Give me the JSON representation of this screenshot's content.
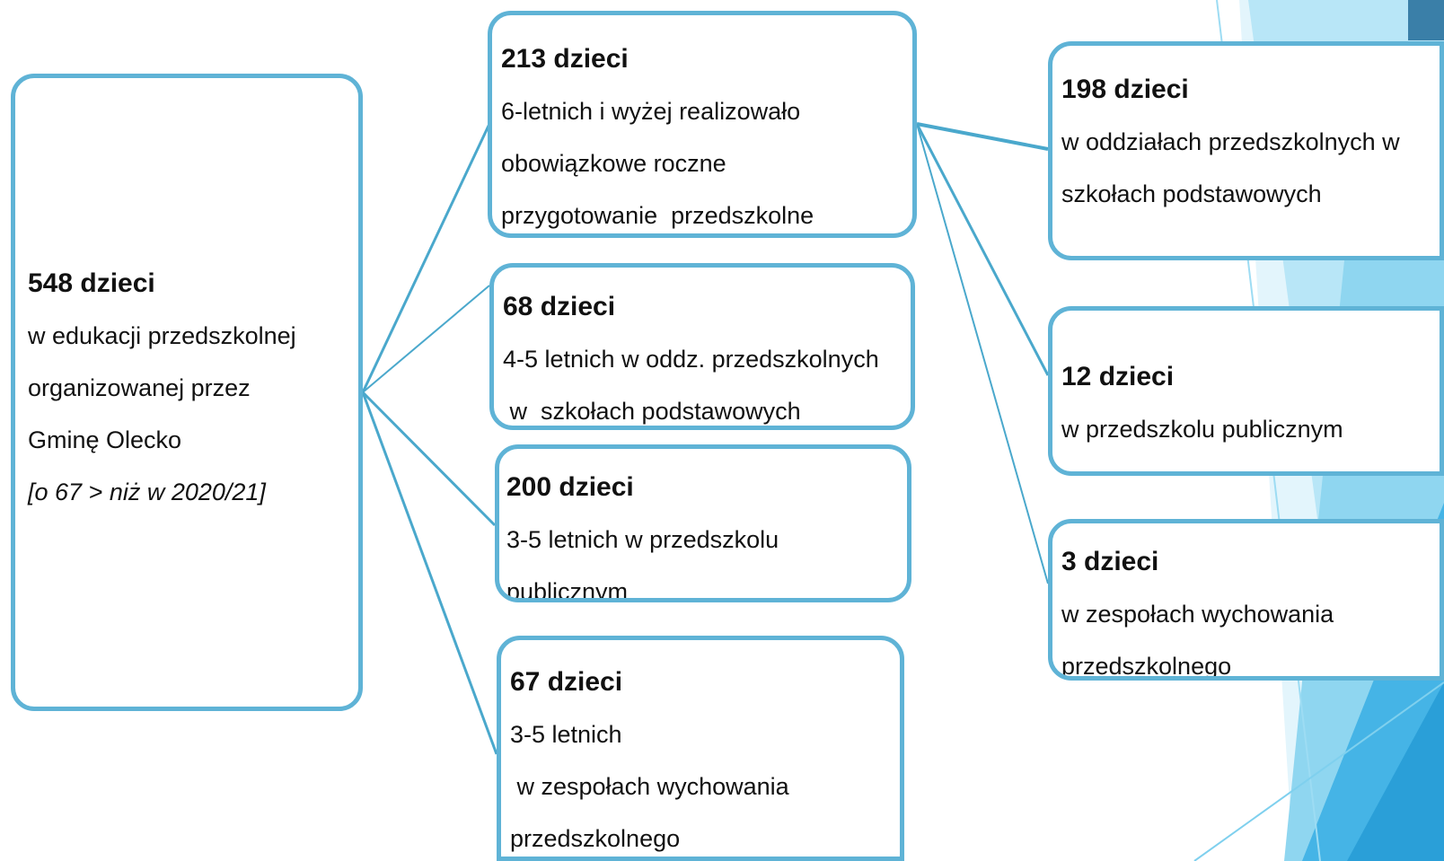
{
  "colors": {
    "box_border": "#5fb3d6",
    "connector": "#4aa8cc",
    "decor_light": "#c9ecf8",
    "decor_mid": "#7fd0ee",
    "decor_dark": "#2e9ed6",
    "decor_corner": "#3a7fa8"
  },
  "root": {
    "count": "548 dzieci",
    "lines": [
      "w edukacji przedszkolnej",
      "organizowanej przez",
      "Gminę Olecko"
    ],
    "note": "[o 67 > niż w 2020/21]"
  },
  "level1": [
    {
      "count": "213 dzieci",
      "lines": [
        "6-letnich i wyżej realizowało",
        "obowiązkowe roczne",
        "przygotowanie  przedszkolne"
      ]
    },
    {
      "count": "68 dzieci",
      "lines": [
        "4-5 letnich w oddz. przedszkolnych",
        " w  szkołach podstawowych"
      ]
    },
    {
      "count": "200 dzieci",
      "lines": [
        "3-5 letnich w przedszkolu",
        "publicznym"
      ]
    },
    {
      "count": "67 dzieci",
      "lines": [
        "3-5 letnich",
        " w zespołach wychowania",
        "przedszkolnego"
      ]
    }
  ],
  "level2": [
    {
      "count": "198 dzieci",
      "lines": [
        "w oddziałach przedszkolnych w",
        "szkołach podstawowych"
      ]
    },
    {
      "count": "12 dzieci",
      "lines": [
        "w przedszkolu publicznym"
      ]
    },
    {
      "count": "3 dzieci",
      "lines": [
        "w zespołach wychowania",
        "przedszkolnego"
      ]
    }
  ]
}
